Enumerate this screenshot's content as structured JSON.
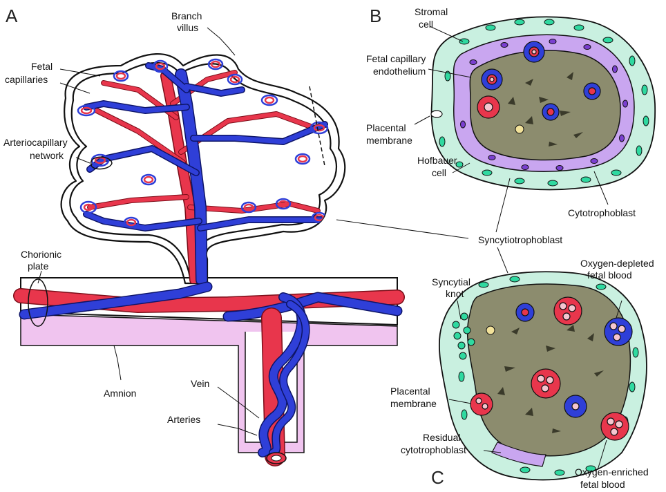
{
  "panels": {
    "a": "A",
    "b": "B",
    "c": "C"
  },
  "labels": {
    "branch_villus": [
      "Branch",
      "villus"
    ],
    "fetal_capillaries": [
      "Fetal",
      "capillaries"
    ],
    "arteriocapillary_network": [
      "Arteriocapillary",
      "network"
    ],
    "chorionic_plate": [
      "Chorionic",
      "plate"
    ],
    "amnion": "Amnion",
    "vein": "Vein",
    "arteries": "Arteries",
    "stromal_cell": [
      "Stromal",
      "cell"
    ],
    "fetal_capillary_endothelium": [
      "Fetal capillary",
      "endothelium"
    ],
    "placental_membrane_b": [
      "Placental",
      "membrane"
    ],
    "hofbauer_cell": [
      "Hofbauer",
      "cell"
    ],
    "cytotrophoblast": "Cytotrophoblast",
    "syncytiotrophoblast": "Syncytiotrophoblast",
    "syncytial_knot": [
      "Syncytial",
      "knot"
    ],
    "oxygen_depleted": [
      "Oxygen-depleted",
      "fetal blood"
    ],
    "placental_membrane_c": [
      "Placental",
      "membrane"
    ],
    "residual_cytotrophoblast": [
      "Residual",
      "cytotrophoblast"
    ],
    "oxygen_enriched": [
      "Oxygen-enriched",
      "fetal blood"
    ]
  },
  "colors": {
    "artery": "#e8364c",
    "vein": "#2f3fd8",
    "stroma": "#8c8c6e",
    "syncytium": "#c9f0e0",
    "syncytial_nucleus": "#2fd9a0",
    "cytotrophoblast": "#c9a6f0",
    "cytotrophoblast_nucleus": "#7a3fd0",
    "amnion": "#f0c4ef",
    "hofbauer": "#f2e29a"
  }
}
